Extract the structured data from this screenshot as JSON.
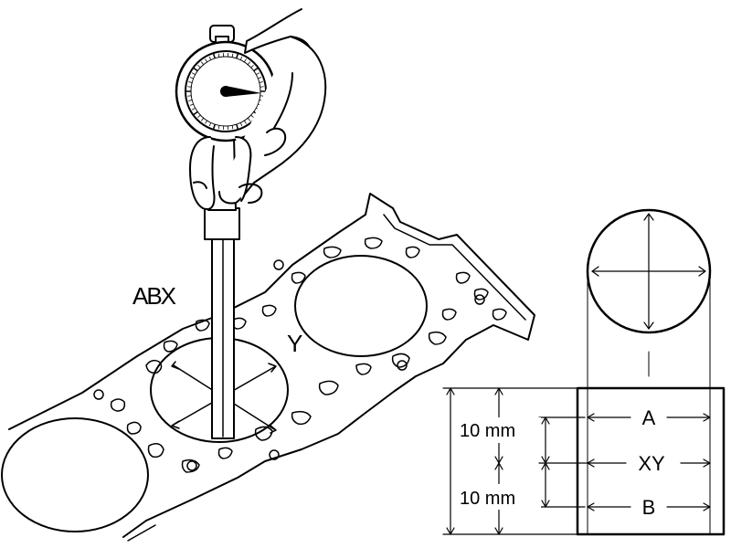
{
  "diagram": {
    "gauge_labels": {
      "abx": "ABX",
      "y": "Y"
    },
    "section": {
      "label_a": "A",
      "label_xy": "XY",
      "label_b": "B",
      "dim_upper": "10 mm",
      "dim_lower": "10 mm"
    },
    "icons": [
      "dial-gauge-icon",
      "hand-icon",
      "cylinder-block-icon"
    ]
  }
}
